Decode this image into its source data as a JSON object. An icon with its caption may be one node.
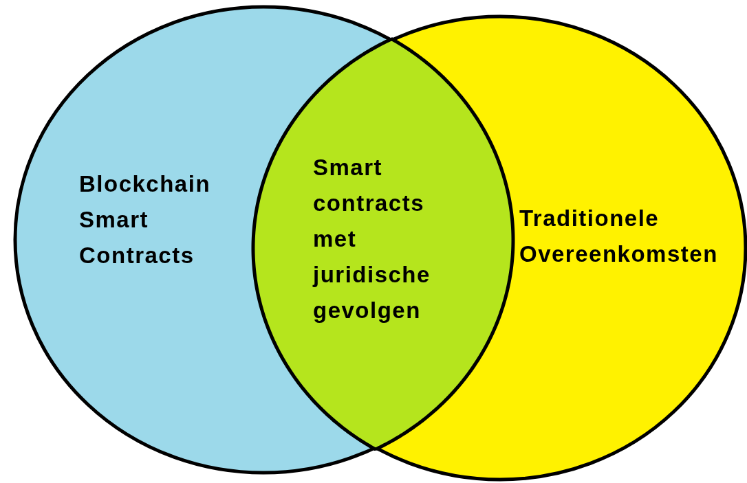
{
  "diagram": {
    "nodes": [
      {
        "text": [
          "Blockchain Smart Contracts"
        ]
      },
      {
        "text": [
          "Traditionele Overeenkomsten"
        ]
      },
      {
        "text": [
          "Smart contracts met juridische gevolgen"
        ]
      }
    ]
  }
}
